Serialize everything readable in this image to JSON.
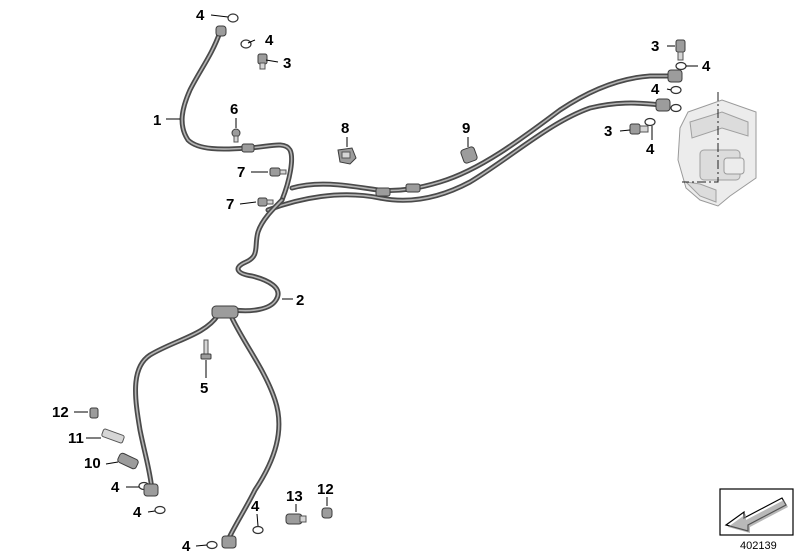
{
  "diagram": {
    "doc_number": "402139",
    "callouts": [
      {
        "id": "c4-top-a",
        "text": "4"
      },
      {
        "id": "c4-top-b",
        "text": "4"
      },
      {
        "id": "c3-top",
        "text": "3"
      },
      {
        "id": "c1",
        "text": "1"
      },
      {
        "id": "c6",
        "text": "6"
      },
      {
        "id": "c8",
        "text": "8"
      },
      {
        "id": "c9",
        "text": "9"
      },
      {
        "id": "c7-a",
        "text": "7"
      },
      {
        "id": "c7-b",
        "text": "7"
      },
      {
        "id": "c3-right-top",
        "text": "3"
      },
      {
        "id": "c4-right-a",
        "text": "4"
      },
      {
        "id": "c4-right-b",
        "text": "4"
      },
      {
        "id": "c3-right",
        "text": "3"
      },
      {
        "id": "c4-right-c",
        "text": "4"
      },
      {
        "id": "c2",
        "text": "2"
      },
      {
        "id": "c5",
        "text": "5"
      },
      {
        "id": "c12-left",
        "text": "12"
      },
      {
        "id": "c11",
        "text": "11"
      },
      {
        "id": "c10",
        "text": "10"
      },
      {
        "id": "c4-bl-a",
        "text": "4"
      },
      {
        "id": "c4-bl-b",
        "text": "4"
      },
      {
        "id": "c4-bottom-a",
        "text": "4"
      },
      {
        "id": "c4-bottom-b",
        "text": "4"
      },
      {
        "id": "c13",
        "text": "13"
      },
      {
        "id": "c12-right",
        "text": "12"
      }
    ]
  }
}
